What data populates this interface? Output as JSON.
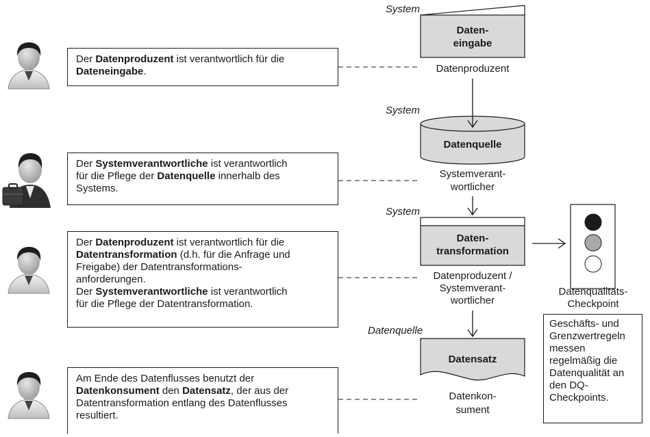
{
  "system_labels": [
    "System",
    "System",
    "System",
    "Datenquelle"
  ],
  "nodes": [
    {
      "title_lines": [
        "Daten-",
        "eingabe"
      ],
      "role_lines": [
        "Datenproduzent"
      ],
      "shape": "manual-input"
    },
    {
      "title_lines": [
        "Datenquelle"
      ],
      "role_lines": [
        "Systemverant-",
        "wortlicher"
      ],
      "shape": "cylinder"
    },
    {
      "title_lines": [
        "Daten-",
        "transformation"
      ],
      "role_lines": [
        "Datenproduzent /",
        "Systemverant-",
        "wortlicher"
      ],
      "shape": "process"
    },
    {
      "title_lines": [
        "Datensatz"
      ],
      "role_lines": [
        "Datenkon-",
        "sument"
      ],
      "shape": "document"
    }
  ],
  "descriptions": [
    {
      "lines": [
        [
          {
            "t": "Der "
          },
          {
            "t": "Datenproduzent",
            "b": true
          },
          {
            "t": " ist verantwortlich für die"
          }
        ],
        [
          {
            "t": "Dateneingabe",
            "b": true
          },
          {
            "t": "."
          }
        ]
      ]
    },
    {
      "lines": [
        [
          {
            "t": "Der "
          },
          {
            "t": "Systemverantwortliche",
            "b": true
          },
          {
            "t": " ist verantwortlich"
          }
        ],
        [
          {
            "t": "für die Pflege der "
          },
          {
            "t": "Datenquelle",
            "b": true
          },
          {
            "t": " innerhalb des"
          }
        ],
        [
          {
            "t": "Systems."
          }
        ]
      ]
    },
    {
      "lines": [
        [
          {
            "t": "Der "
          },
          {
            "t": "Datenproduzent",
            "b": true
          },
          {
            "t": " ist verantwortlich für die"
          }
        ],
        [
          {
            "t": "Datentransformation",
            "b": true
          },
          {
            "t": " (d.h. für die Anfrage und"
          }
        ],
        [
          {
            "t": "Freigabe) der Datentransformations-"
          }
        ],
        [
          {
            "t": "anforderungen."
          }
        ],
        [
          {
            "t": "Der "
          },
          {
            "t": "Systemverantwortliche",
            "b": true
          },
          {
            "t": " ist verantwortlich"
          }
        ],
        [
          {
            "t": "für die Pflege der Datentransformation."
          }
        ]
      ]
    },
    {
      "lines": [
        [
          {
            "t": "Am Ende des Datenflusses benutzt der"
          }
        ],
        [
          {
            "t": "Datenkonsument",
            "b": true
          },
          {
            "t": " den "
          },
          {
            "t": "Datensatz",
            "b": true
          },
          {
            "t": ", der aus der"
          }
        ],
        [
          {
            "t": "Datentransformation entlang des Datenflusses"
          }
        ],
        [
          {
            "t": "resultiert."
          }
        ]
      ]
    }
  ],
  "checkpoint": {
    "label_lines": [
      "Datenqualitäts-",
      "Checkpoint"
    ],
    "lights": [
      "#1a1a1a",
      "#a9a9a9",
      "#ffffff"
    ]
  },
  "note": {
    "lines": [
      "Geschäfts- und",
      "Grenzwertregeln",
      "messen",
      "regelmäßig die",
      "Datenqualität an",
      "den DQ-",
      "Checkpoints."
    ]
  },
  "colors": {
    "node_fill": "#d9d9d9",
    "line": "#1a1a1a"
  },
  "icons": [
    "person-icon",
    "person-briefcase-icon",
    "person-icon",
    "person-icon"
  ]
}
